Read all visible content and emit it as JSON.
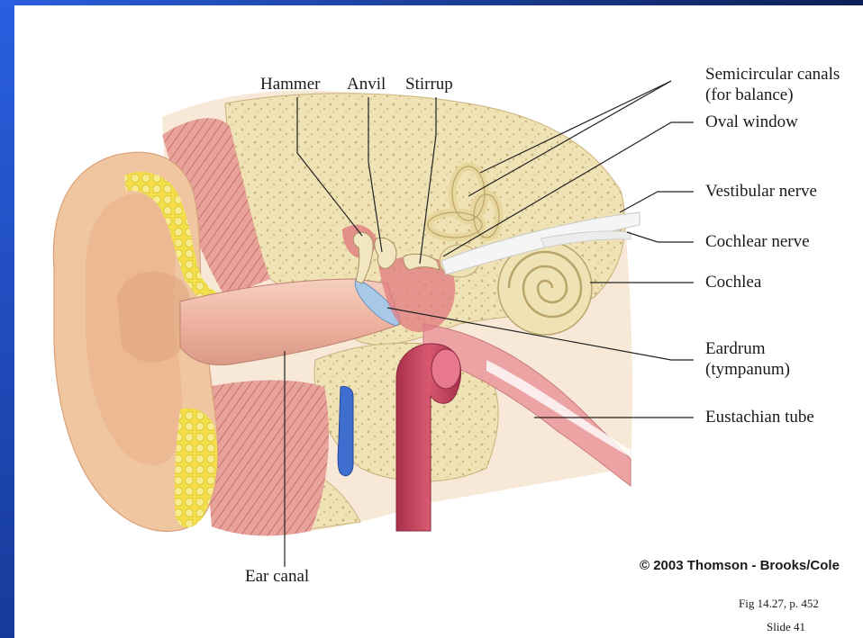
{
  "labels": {
    "hammer": "Hammer",
    "anvil": "Anvil",
    "stirrup": "Stirrup",
    "semicircular_canals": "Semicircular canals",
    "for_balance": "(for balance)",
    "oval_window": "Oval window",
    "vestibular_nerve": "Vestibular nerve",
    "cochlear_nerve": "Cochlear nerve",
    "cochlea": "Cochlea",
    "eardrum": "Eardrum",
    "tympanum": "(tympanum)",
    "eustachian_tube": "Eustachian tube",
    "ear_canal": "Ear canal"
  },
  "footer": {
    "copyright": "© 2003 Thomson - Brooks/Cole",
    "figure_ref": "Fig 14.27, p. 452",
    "slide_number": "Slide 41"
  },
  "colors": {
    "frame_blue": "#1f4fc8",
    "skin": "#f0c6a0",
    "bone": "#efe2b4",
    "muscle": "#d98a8a",
    "fat": "#f3e04a",
    "artery": "#c8405a",
    "vein": "#3e6fd0",
    "membrane": "#a8c8e8"
  }
}
